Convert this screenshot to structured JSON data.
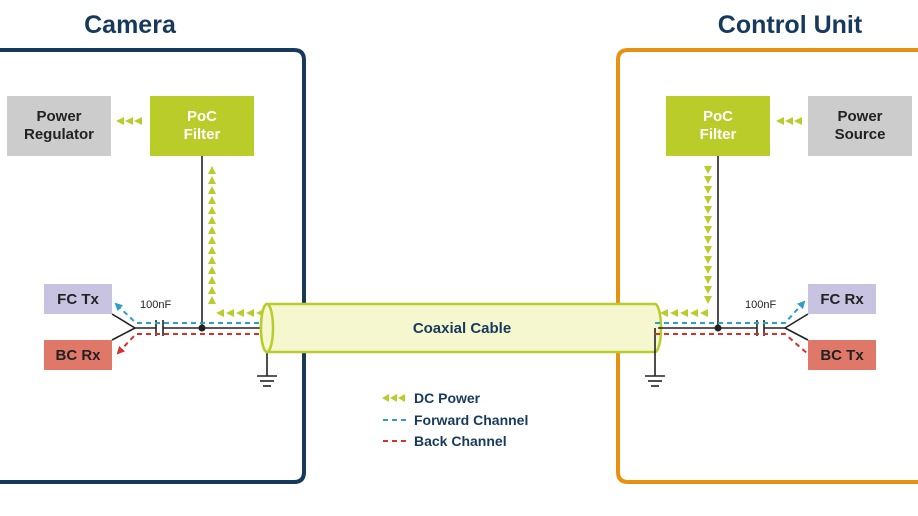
{
  "camera": {
    "title": "Camera",
    "border_color": "#173a5c",
    "power_regulator": [
      "Power",
      "Regulator"
    ],
    "poc_filter": [
      "PoC",
      "Filter"
    ],
    "fc_tx": "FC Tx",
    "bc_rx": "BC Rx",
    "capacitor": "100nF"
  },
  "control_unit": {
    "title": "Control Unit",
    "border_color": "#e8900f",
    "poc_filter": [
      "PoC",
      "Filter"
    ],
    "power_source": [
      "Power",
      "Source"
    ],
    "fc_rx": "FC Rx",
    "bc_tx": "BC Tx",
    "capacitor": "100nF"
  },
  "cable": {
    "label": "Coaxial Cable"
  },
  "legend": {
    "dc_power": "DC Power",
    "forward_channel": "Forward Channel",
    "back_channel": "Back Channel"
  },
  "colors": {
    "dc_power": "#b9cc2a",
    "forward_channel": "#2b9fc7",
    "back_channel": "#d7312b",
    "gray_box": "#cccccc",
    "fc_box": "#c9c3e2",
    "bc_box": "#e0786a",
    "cable_fill": "#f5f7cf"
  }
}
